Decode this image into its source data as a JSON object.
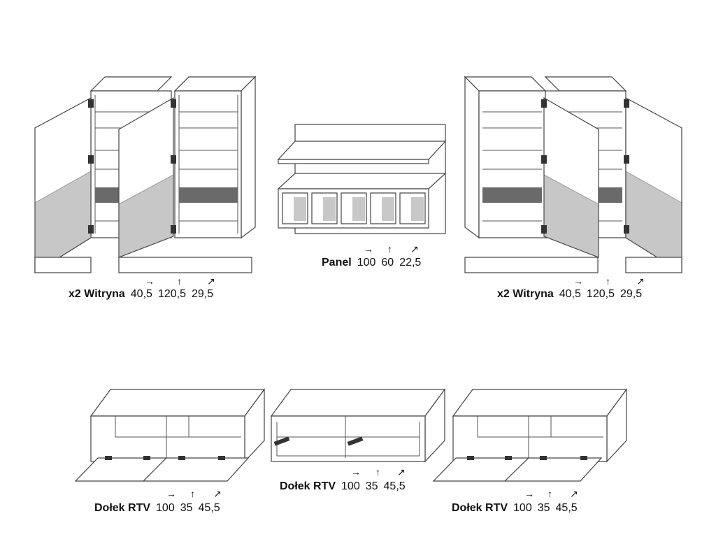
{
  "items": [
    {
      "name": "x2 Witryna",
      "dims": [
        "40,5",
        "120,5",
        "29,5"
      ]
    },
    {
      "name": "Panel",
      "dims": [
        "100",
        "60",
        "22,5"
      ]
    },
    {
      "name": "x2 Witryna",
      "dims": [
        "40,5",
        "120,5",
        "29,5"
      ]
    },
    {
      "name": "Dołek RTV",
      "dims": [
        "100",
        "35",
        "45,5"
      ]
    },
    {
      "name": "Dołek RTV",
      "dims": [
        "100",
        "35",
        "45,5"
      ]
    },
    {
      "name": "Dołek RTV",
      "dims": [
        "100",
        "35",
        "45,5"
      ]
    }
  ],
  "icons": {
    "width": "arrow-right-icon",
    "height": "arrow-up-icon",
    "depth": "arrow-diagonal-icon"
  },
  "arrows": {
    "width": "→",
    "height": "↑",
    "depth": "↗"
  },
  "colors": {
    "line": "#444444",
    "glass": "#9a9a9a",
    "shelf": "#6a6a6a"
  }
}
